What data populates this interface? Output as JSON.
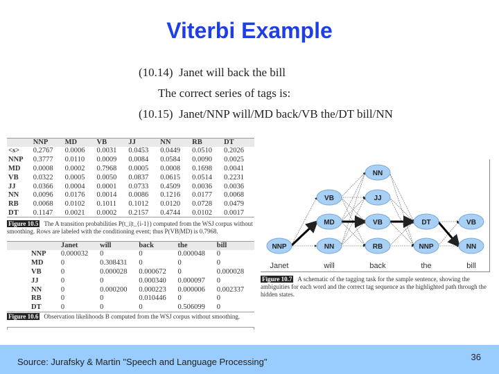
{
  "slide": {
    "title": "Viterbi Example",
    "page_number": "36"
  },
  "example": {
    "line1": "(10.14)  Janet will back the bill",
    "line2": "The correct series of tags is:",
    "line3": "(10.15)  Janet/NNP will/MD back/VB the/DT bill/NN"
  },
  "transition_table": {
    "columns": [
      "",
      "NNP",
      "MD",
      "VB",
      "JJ",
      "NN",
      "RB",
      "DT"
    ],
    "rows": [
      [
        "<s>",
        "0.2767",
        "0.0006",
        "0.0031",
        "0.0453",
        "0.0449",
        "0.0510",
        "0.2026"
      ],
      [
        "NNP",
        "0.3777",
        "0.0110",
        "0.0009",
        "0.0084",
        "0.0584",
        "0.0090",
        "0.0025"
      ],
      [
        "MD",
        "0.0008",
        "0.0002",
        "0.7968",
        "0.0005",
        "0.0008",
        "0.1698",
        "0.0041"
      ],
      [
        "VB",
        "0.0322",
        "0.0005",
        "0.0050",
        "0.0837",
        "0.0615",
        "0.0514",
        "0.2231"
      ],
      [
        "JJ",
        "0.0366",
        "0.0004",
        "0.0001",
        "0.0733",
        "0.4509",
        "0.0036",
        "0.0036"
      ],
      [
        "NN",
        "0.0096",
        "0.0176",
        "0.0014",
        "0.0086",
        "0.1216",
        "0.0177",
        "0.0068"
      ],
      [
        "RB",
        "0.0068",
        "0.0102",
        "0.1011",
        "0.1012",
        "0.0120",
        "0.0728",
        "0.0479"
      ],
      [
        "DT",
        "0.1147",
        "0.0021",
        "0.0002",
        "0.2157",
        "0.4744",
        "0.0102",
        "0.0017"
      ]
    ],
    "figure_label": "Figure 10.5",
    "caption": "The A transition probabilities P(t_i|t_{i-1}) computed from the WSJ corpus without smoothing. Rows are labeled with the conditioning event; thus P(VB|MD) is 0.7968."
  },
  "observation_table": {
    "columns": [
      "",
      "Janet",
      "will",
      "back",
      "the",
      "bill"
    ],
    "rows": [
      [
        "NNP",
        "0.000032",
        "0",
        "0",
        "0.000048",
        "0"
      ],
      [
        "MD",
        "0",
        "0.308431",
        "0",
        "0",
        "0"
      ],
      [
        "VB",
        "0",
        "0.000028",
        "0.000672",
        "0",
        "0.000028"
      ],
      [
        "JJ",
        "0",
        "0",
        "0.000340",
        "0.000097",
        "0"
      ],
      [
        "NN",
        "0",
        "0.000200",
        "0.000223",
        "0.000006",
        "0.002337"
      ],
      [
        "RB",
        "0",
        "0",
        "0.010446",
        "0",
        "0"
      ],
      [
        "DT",
        "0",
        "0",
        "0",
        "0.506099",
        "0"
      ]
    ],
    "figure_label": "Figure 10.6",
    "caption": "Observation likelihoods B computed from the WSJ corpus without smoothing."
  },
  "trellis": {
    "words": [
      "Janet",
      "will",
      "back",
      "the",
      "bill"
    ],
    "columns": [
      [
        "NNP"
      ],
      [
        "VB",
        "MD",
        "NN"
      ],
      [
        "NN",
        "JJ",
        "VB",
        "RB"
      ],
      [
        "DT",
        "NNP"
      ],
      [
        "VB",
        "NN"
      ]
    ],
    "best_path": [
      "NNP",
      "MD",
      "VB",
      "DT",
      "NN"
    ],
    "node_fill": "#a8d0f5",
    "figure_label": "Figure 10.7",
    "caption": "A schematic of the tagging task for the sample sentence, showing the ambiguities for each word and the correct tag sequence as the highlighted path through the hidden states."
  },
  "footer": {
    "source": "Source: Jurafsky & Martin \"Speech and Language Processing\"",
    "background": "#99ccff"
  }
}
